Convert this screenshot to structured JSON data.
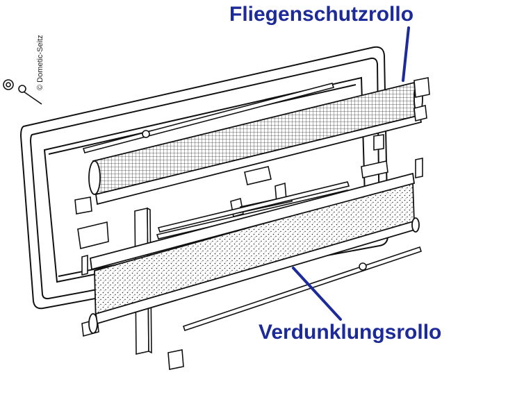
{
  "labels": {
    "insect_screen": "Fliegenschutzrollo",
    "blackout_blind": "Verdunklungsrollo"
  },
  "copyright": "© Dometic-Seitz",
  "colors": {
    "label": "#1d2a9a",
    "line": "#111111",
    "fabric_fill": "#f4f4f4"
  }
}
